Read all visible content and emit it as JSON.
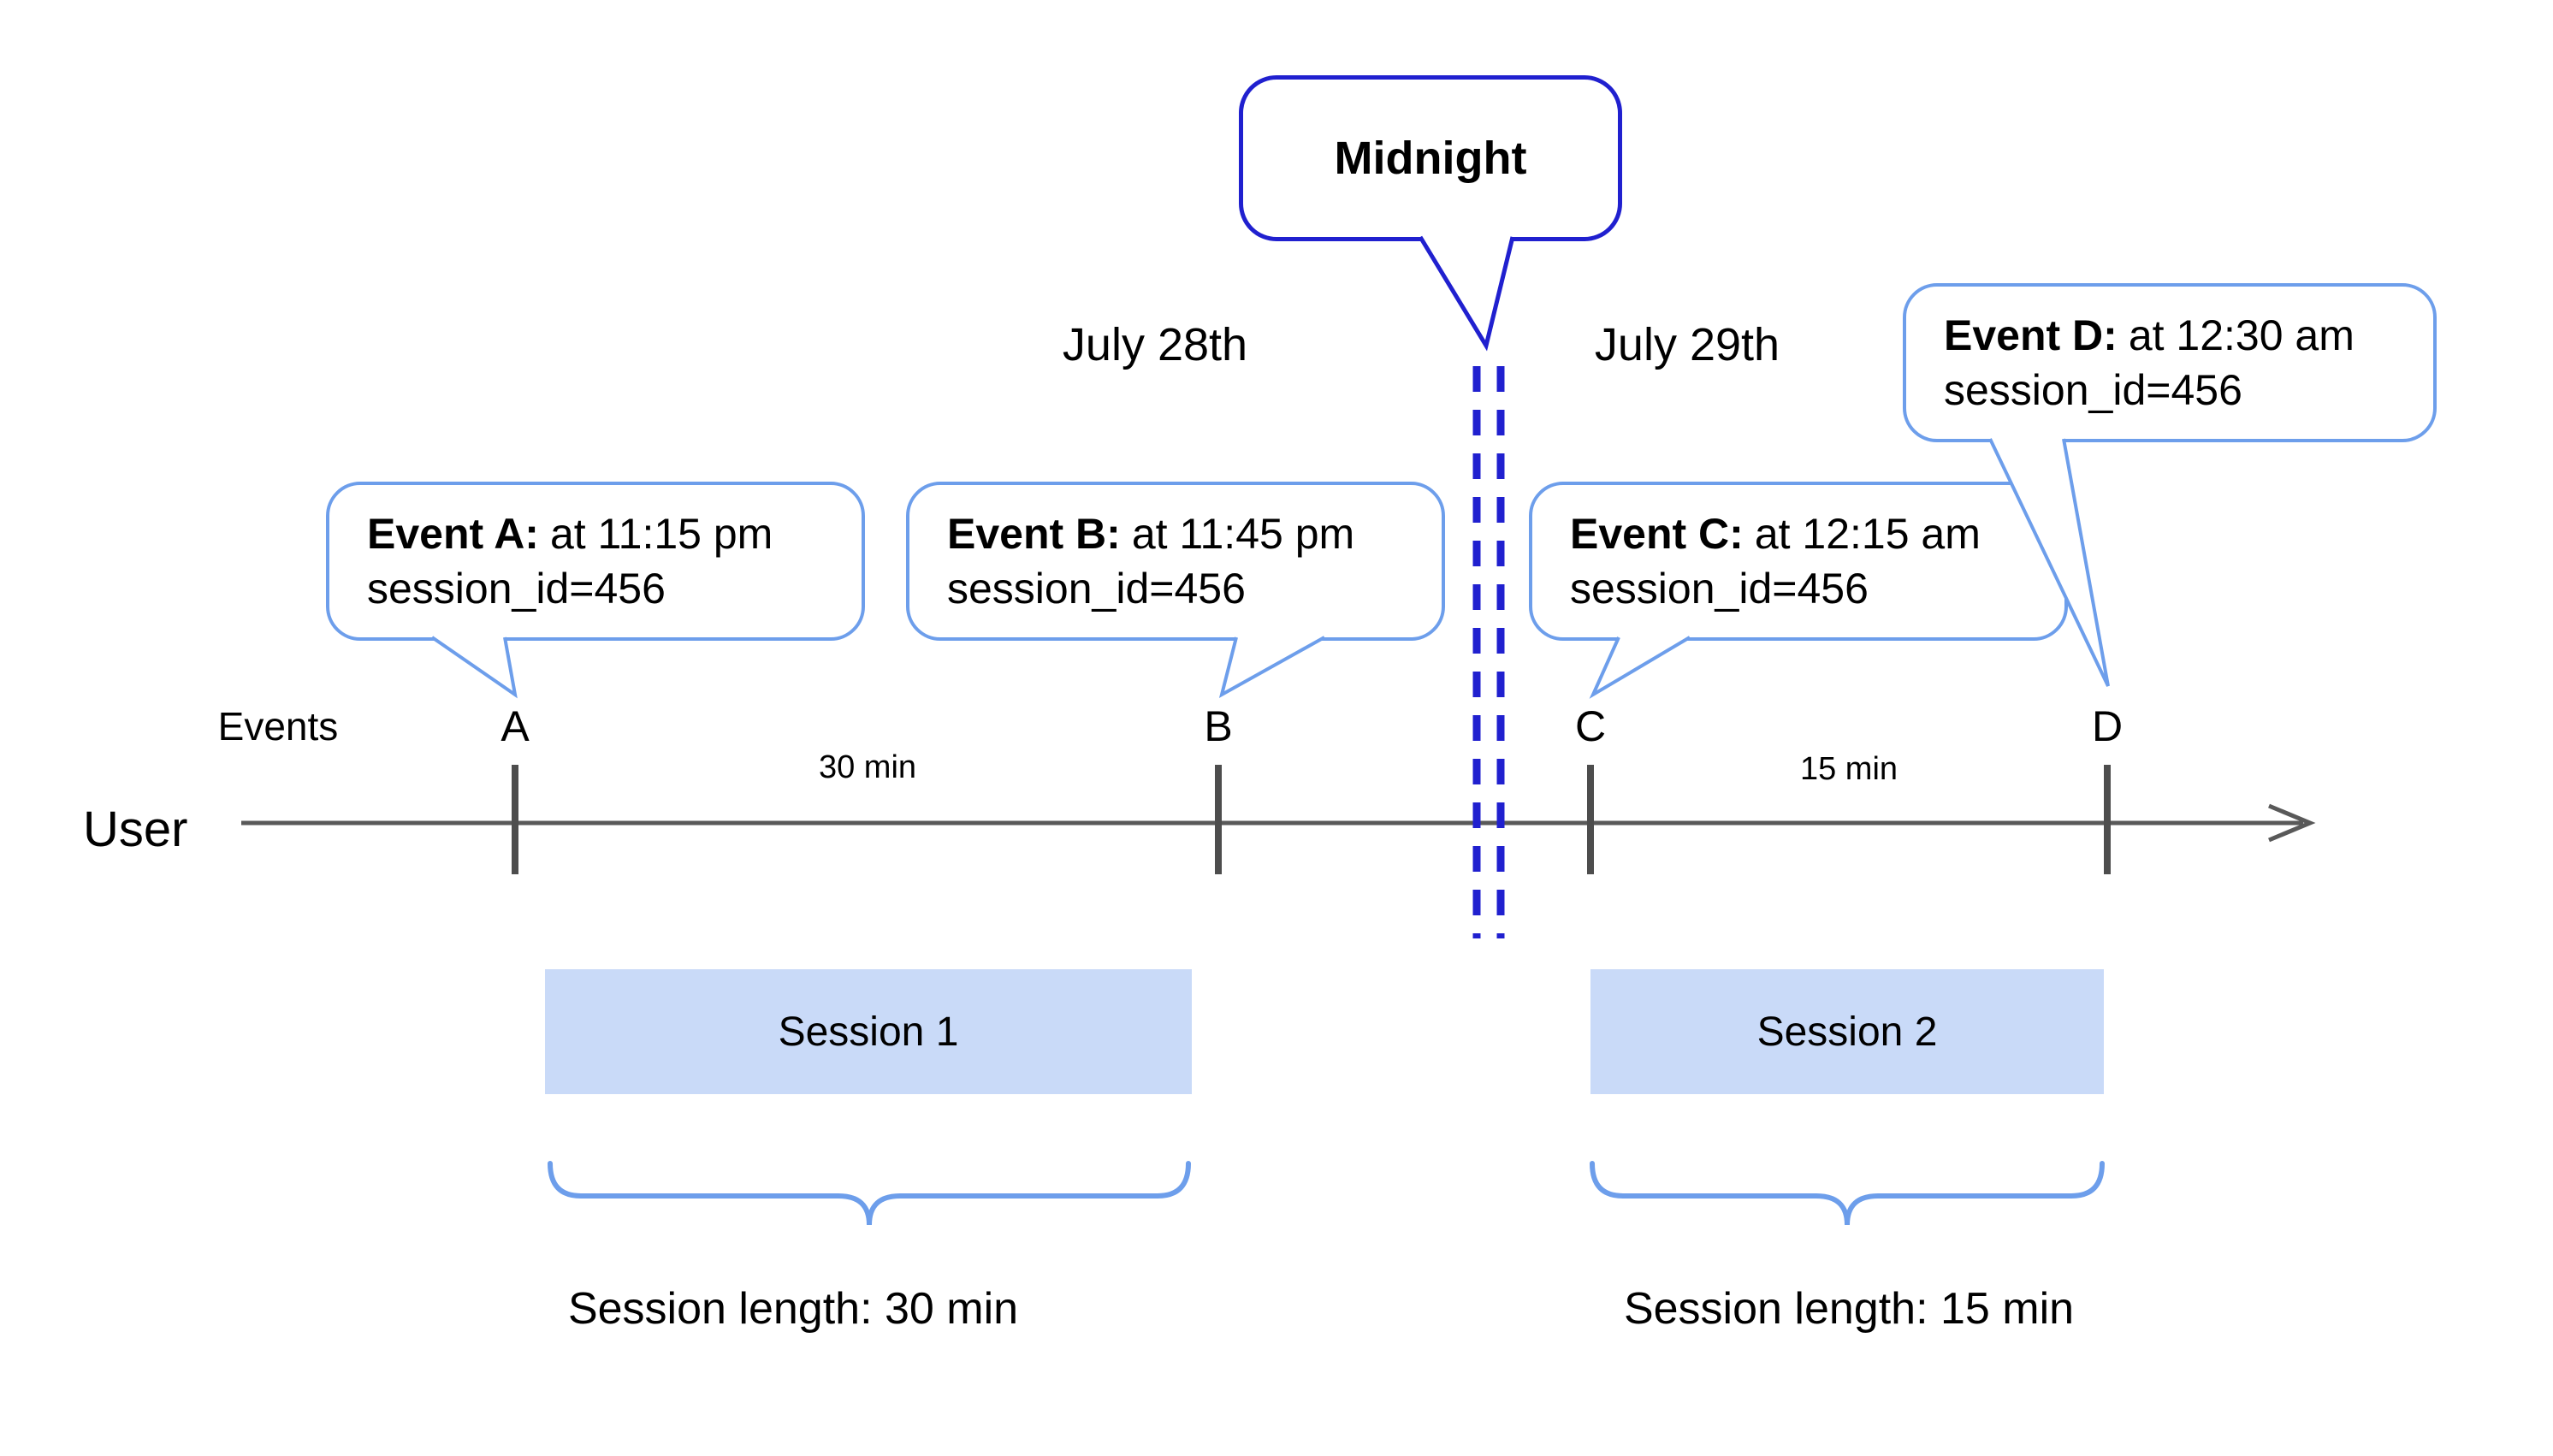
{
  "colors": {
    "accent_blue": "#6d9eeb",
    "dark_blue": "#2020cf",
    "session_fill": "#c9daf8",
    "line_gray": "#595959",
    "text": "#000000"
  },
  "midnight_callout": {
    "label": "Midnight"
  },
  "dates": {
    "before": "July 28th",
    "after": "July 29th"
  },
  "axis": {
    "events_label": "Events",
    "user_label": "User"
  },
  "events": [
    {
      "letter": "A",
      "label": "Event A:",
      "time": "at 11:15 pm",
      "session": "session_id=456"
    },
    {
      "letter": "B",
      "label": "Event B:",
      "time": "at 11:45 pm",
      "session": "session_id=456"
    },
    {
      "letter": "C",
      "label": "Event C:",
      "time": "at 12:15 am",
      "session": "session_id=456"
    },
    {
      "letter": "D",
      "label": "Event D:",
      "time": "at 12:30 am",
      "session": "session_id=456"
    }
  ],
  "gaps": [
    {
      "label": "30 min"
    },
    {
      "label": "15 min"
    }
  ],
  "sessions": [
    {
      "label": "Session 1",
      "length": "Session length: 30 min"
    },
    {
      "label": "Session 2",
      "length": "Session length: 15 min"
    }
  ]
}
